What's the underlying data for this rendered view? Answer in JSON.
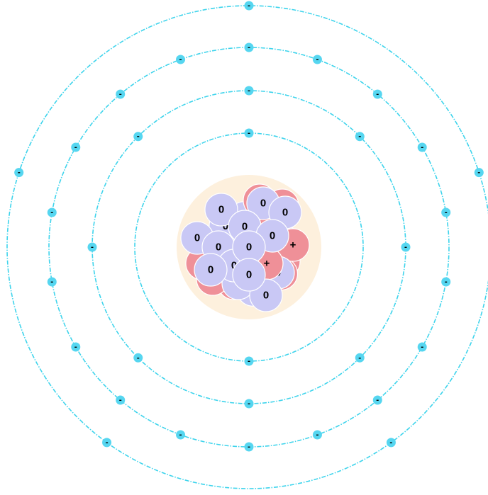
{
  "colors": {
    "orbit": "#3ed4ec",
    "electron": "#56d6f0",
    "nucleus_bg": "#fdf0dd",
    "proton": "#ef9098",
    "neutron": "#c9c8f5",
    "particle_stroke": "#ffffff",
    "text": "#000000"
  },
  "symbols": {
    "electron": "-",
    "proton": "+",
    "neutron": "0"
  },
  "atom": {
    "shells": [
      {
        "electrons": 2
      },
      {
        "electrons": 8
      },
      {
        "electrons": 18
      },
      {
        "electrons": 5
      }
    ],
    "electron_count": 33,
    "proton_count": 33,
    "neutron_count": 42
  }
}
